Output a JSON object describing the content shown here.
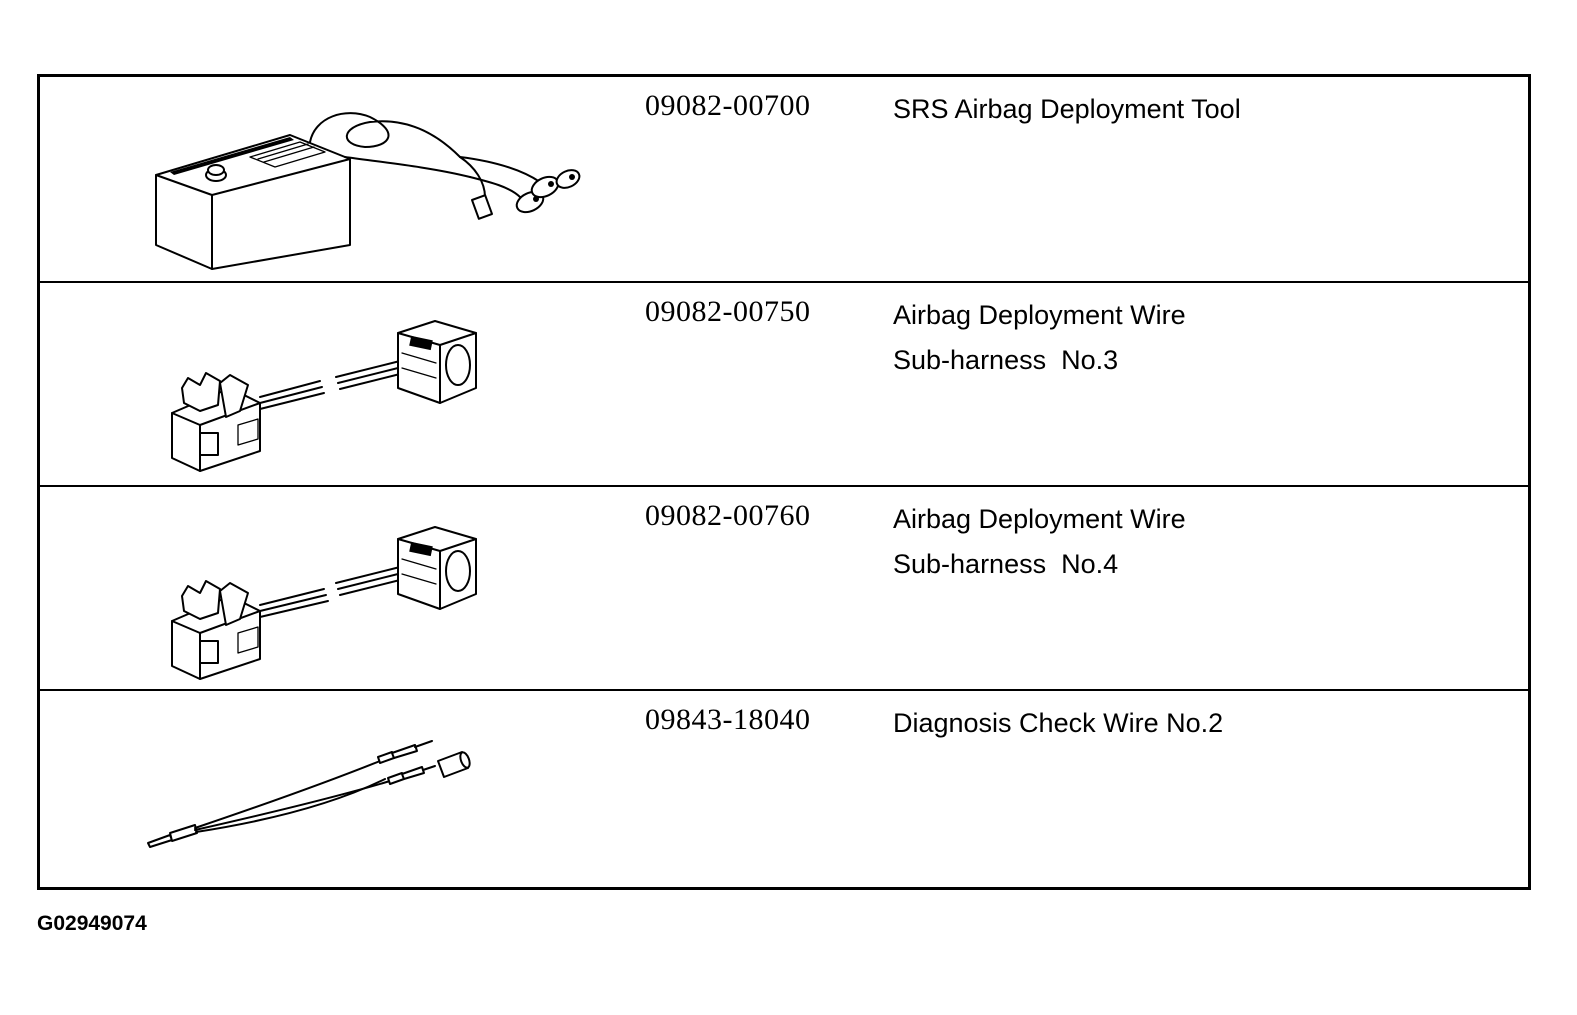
{
  "table": {
    "rows": [
      {
        "part_number": "09082-00700",
        "description_lines": [
          "SRS Airbag Deployment Tool"
        ],
        "illustration": "deployment-tool-box-illustration"
      },
      {
        "part_number": "09082-00750",
        "description_lines": [
          "Airbag Deployment Wire",
          "Sub-harness  No.3"
        ],
        "illustration": "wire-sub-harness-connector-illustration"
      },
      {
        "part_number": "09082-00760",
        "description_lines": [
          "Airbag Deployment Wire",
          "Sub-harness  No.4"
        ],
        "illustration": "wire-sub-harness-connector-illustration"
      },
      {
        "part_number": "09843-18040",
        "description_lines": [
          "Diagnosis Check Wire No.2"
        ],
        "illustration": "diagnosis-check-wire-illustration"
      }
    ]
  },
  "figure_id": "G02949074"
}
